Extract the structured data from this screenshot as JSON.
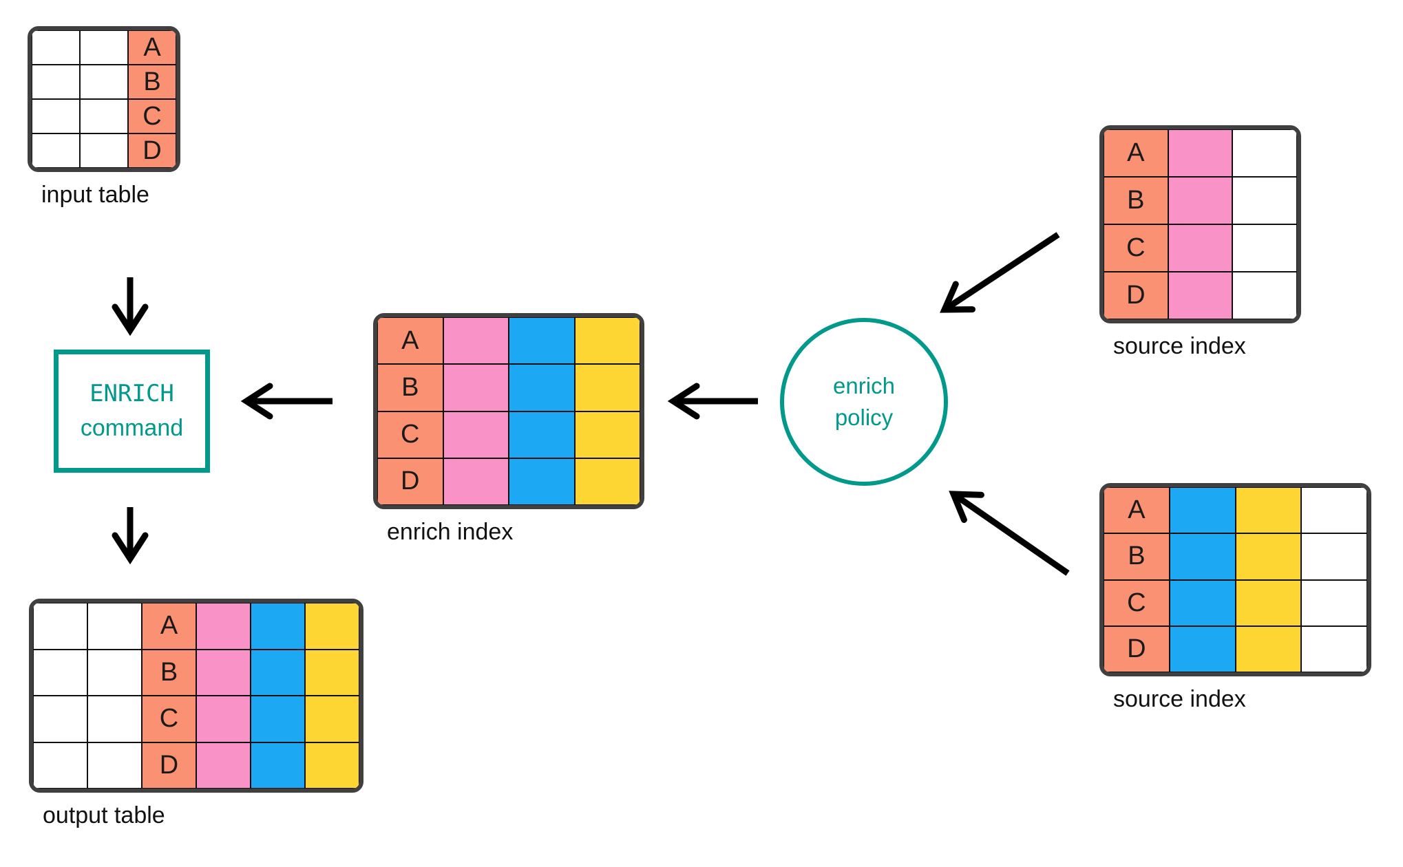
{
  "colors": {
    "white": "#FFFFFF",
    "salmon": "#FA9173",
    "pink": "#F992C6",
    "blue": "#1CA8F2",
    "yellow": "#FED633",
    "teal": "#00998B",
    "table_outer_border": "#404040",
    "grid_line": "#101010",
    "arrow": "#000000"
  },
  "tables": [
    {
      "id": "input-table",
      "label": "input table",
      "row_labels": [
        "A",
        "B",
        "C",
        "D"
      ],
      "columns": [
        {
          "name": "blank-col-1",
          "color": "white",
          "lettered": false
        },
        {
          "name": "blank-col-2",
          "color": "white",
          "lettered": false
        },
        {
          "name": "match-key-col",
          "color": "salmon",
          "lettered": true
        }
      ]
    },
    {
      "id": "enrich-index",
      "label": "enrich index",
      "row_labels": [
        "A",
        "B",
        "C",
        "D"
      ],
      "columns": [
        {
          "name": "match-key-col",
          "color": "salmon",
          "lettered": true
        },
        {
          "name": "pink-field-col",
          "color": "pink",
          "lettered": false
        },
        {
          "name": "blue-field-col",
          "color": "blue",
          "lettered": false
        },
        {
          "name": "yellow-field-col",
          "color": "yellow",
          "lettered": false
        }
      ]
    },
    {
      "id": "source-index-top",
      "label": "source index",
      "row_labels": [
        "A",
        "B",
        "C",
        "D"
      ],
      "columns": [
        {
          "name": "match-key-col",
          "color": "salmon",
          "lettered": true
        },
        {
          "name": "pink-field-col",
          "color": "pink",
          "lettered": false
        },
        {
          "name": "blank-col",
          "color": "white",
          "lettered": false
        }
      ]
    },
    {
      "id": "source-index-bottom",
      "label": "source index",
      "row_labels": [
        "A",
        "B",
        "C",
        "D"
      ],
      "columns": [
        {
          "name": "match-key-col",
          "color": "salmon",
          "lettered": true
        },
        {
          "name": "blue-field-col",
          "color": "blue",
          "lettered": false
        },
        {
          "name": "yellow-field-col",
          "color": "yellow",
          "lettered": false
        },
        {
          "name": "blank-col",
          "color": "white",
          "lettered": false
        }
      ]
    },
    {
      "id": "output-table",
      "label": "output table",
      "row_labels": [
        "A",
        "B",
        "C",
        "D"
      ],
      "columns": [
        {
          "name": "blank-col-1",
          "color": "white",
          "lettered": false
        },
        {
          "name": "blank-col-2",
          "color": "white",
          "lettered": false
        },
        {
          "name": "match-key-col",
          "color": "salmon",
          "lettered": true
        },
        {
          "name": "pink-field-col",
          "color": "pink",
          "lettered": false
        },
        {
          "name": "blue-field-col",
          "color": "blue",
          "lettered": false
        },
        {
          "name": "yellow-field-col",
          "color": "yellow",
          "lettered": false
        }
      ]
    }
  ],
  "enrich_command": {
    "line1": "ENRICH",
    "line2": "command"
  },
  "enrich_policy": {
    "line1": "enrich",
    "line2": "policy"
  },
  "arrows": [
    {
      "from": "input-table",
      "to": "enrich-command"
    },
    {
      "from": "enrich-command",
      "to": "output-table"
    },
    {
      "from": "enrich-index",
      "to": "enrich-command"
    },
    {
      "from": "enrich-policy",
      "to": "enrich-index"
    },
    {
      "from": "source-index-top",
      "to": "enrich-policy"
    },
    {
      "from": "source-index-bottom",
      "to": "enrich-policy"
    }
  ]
}
